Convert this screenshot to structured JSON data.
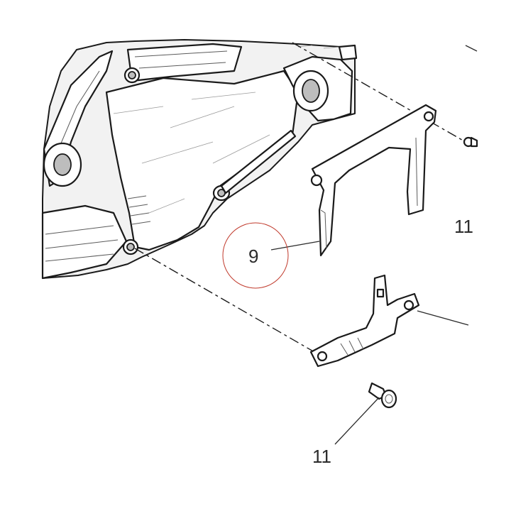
{
  "callouts": {
    "part_9": {
      "label": "9"
    },
    "part_11_bottom": {
      "label": "11"
    },
    "part_11_right": {
      "label": "11"
    }
  },
  "colors": {
    "line": "#1a1a1a",
    "highlight_circle": "#c0392b",
    "background": "#ffffff"
  }
}
